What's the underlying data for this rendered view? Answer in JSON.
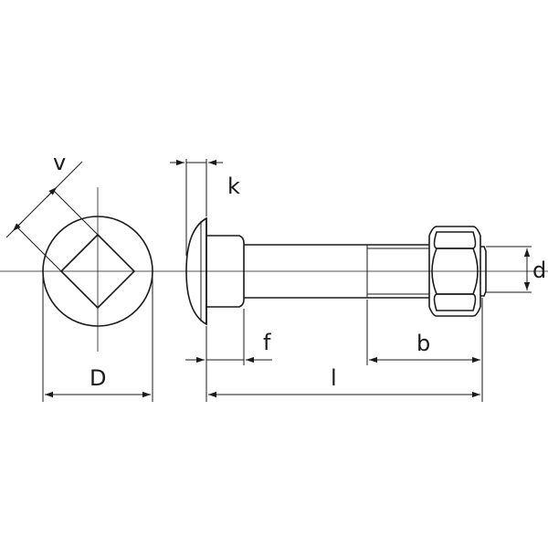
{
  "labels": {
    "v": "v",
    "k": "k",
    "d": "d",
    "D": "D",
    "f": "f",
    "b": "b",
    "l": "l"
  }
}
